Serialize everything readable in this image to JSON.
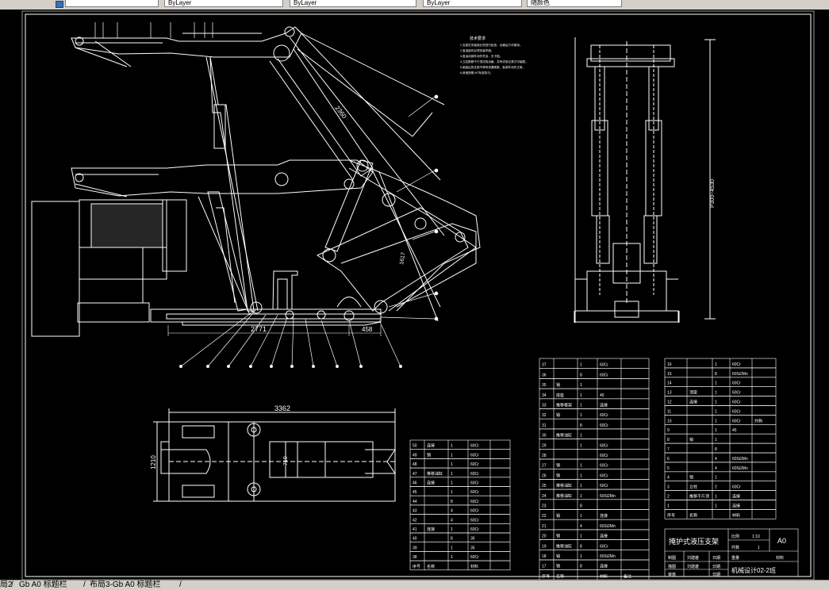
{
  "toolbar": {
    "combo1": "",
    "combo2": "ByLayer",
    "combo3": "ByLayer",
    "combo4": "ByLayer",
    "combo5": "随颜色"
  },
  "tabs": [
    "局2",
    "Gb A0 标题栏",
    "布局3-Gb A0 标题栏"
  ],
  "drawing": {
    "notes_title": "技术要求",
    "notes": [
      "1.支架在安装前必须进行检查，合格后方可使用。",
      "2.各连接件必须安装牢固。",
      "3.各运动部件动作灵活，无卡阻。",
      "4.立柱推移千斤顶试验合格，并有试验记录方可装配。",
      "5.组装后的支架不得有渗漏现象，各部件动作正常。",
      "6.其他按照 MT标准执行。"
    ],
    "dim_main_length": "2771",
    "dim_short": "458",
    "dim_diag": "2360",
    "dim_side": "1617",
    "dim_vertical": "P300~4530",
    "dim_plan_length": "3362",
    "dim_plan_width": "1210",
    "dim_plan_inner": "710"
  },
  "bom_left": {
    "rows": [
      {
        "no": "50",
        "name": "连接",
        "qty": "1",
        "mat": "60Cr"
      },
      {
        "no": "49",
        "name": "销",
        "qty": "1",
        "mat": "60Cr"
      },
      {
        "no": "48",
        "name": "",
        "qty": "1",
        "mat": "60Cr"
      },
      {
        "no": "47",
        "name": "推移油缸",
        "qty": "1",
        "mat": "60Cr"
      },
      {
        "no": "46",
        "name": "连接",
        "qty": "1",
        "mat": "60Cr"
      },
      {
        "no": "45",
        "name": "",
        "qty": "1",
        "mat": "60Cr"
      },
      {
        "no": "44",
        "name": "",
        "qty": "8",
        "mat": "60Cr"
      },
      {
        "no": "43",
        "name": "",
        "qty": "4",
        "mat": "60Cr"
      },
      {
        "no": "42",
        "name": "",
        "qty": "4",
        "mat": "60Cr"
      },
      {
        "no": "41",
        "name": "连接",
        "qty": "1",
        "mat": "60Cr"
      },
      {
        "no": "40",
        "name": "",
        "qty": "8",
        "mat": "35"
      },
      {
        "no": "39",
        "name": "",
        "qty": "1",
        "mat": "35"
      },
      {
        "no": "38",
        "name": "",
        "qty": "1",
        "mat": "60Cr"
      }
    ],
    "header": {
      "no": "序号",
      "name": "名称",
      "qty": "",
      "mat": "材料"
    }
  },
  "bom_mid": {
    "rows": [
      {
        "no": "37",
        "name": "",
        "qty": "1",
        "mat": "60Cr"
      },
      {
        "no": "36",
        "name": "",
        "qty": "8",
        "mat": "60Cr"
      },
      {
        "no": "35",
        "name": "销",
        "qty": "1",
        "mat": ""
      },
      {
        "no": "34",
        "name": "底座",
        "qty": "1",
        "mat": "45"
      },
      {
        "no": "33",
        "name": "推移框架",
        "qty": "1",
        "mat": "连接"
      },
      {
        "no": "32",
        "name": "销",
        "qty": "1",
        "mat": "60Cr"
      },
      {
        "no": "31",
        "name": "",
        "qty": "8",
        "mat": "60Cr"
      },
      {
        "no": "30",
        "name": "推移油缸",
        "qty": "1",
        "mat": ""
      },
      {
        "no": "29",
        "name": "",
        "qty": "1",
        "mat": "60Cr"
      },
      {
        "no": "28",
        "name": "",
        "qty": "",
        "mat": "60Cr"
      },
      {
        "no": "27",
        "name": "销",
        "qty": "1",
        "mat": "60Cr"
      },
      {
        "no": "26",
        "name": "销",
        "qty": "1",
        "mat": "60Cr"
      },
      {
        "no": "25",
        "name": "推移油缸",
        "qty": "1",
        "mat": "60Cr"
      },
      {
        "no": "24",
        "name": "推移油缸",
        "qty": "1",
        "mat": "60Si2Mn"
      },
      {
        "no": "23",
        "name": "",
        "qty": "8",
        "mat": ""
      },
      {
        "no": "22",
        "name": "销",
        "qty": "1",
        "mat": "连接"
      },
      {
        "no": "21",
        "name": "",
        "qty": "4",
        "mat": "60Si2Mn"
      },
      {
        "no": "20",
        "name": "销",
        "qty": "1",
        "mat": "连接"
      },
      {
        "no": "19",
        "name": "推移油缸",
        "qty": "8",
        "mat": "60Cr"
      },
      {
        "no": "18",
        "name": "销",
        "qty": "1",
        "mat": "60Si2Mn"
      },
      {
        "no": "17",
        "name": "销",
        "qty": "8",
        "mat": "连接"
      }
    ],
    "header": {
      "no": "序号",
      "name": "名称",
      "qty": "",
      "mat": "材料",
      "note": "备注"
    }
  },
  "bom_right": {
    "rows": [
      {
        "no": "16",
        "name": "",
        "qty": "1",
        "mat": "60Cr"
      },
      {
        "no": "15",
        "name": "",
        "qty": "8",
        "mat": "60Si2Mn"
      },
      {
        "no": "14",
        "name": "",
        "qty": "1",
        "mat": "60Cr"
      },
      {
        "no": "13",
        "name": "顶梁",
        "qty": "1",
        "mat": "60Cr"
      },
      {
        "no": "12",
        "name": "连接",
        "qty": "1",
        "mat": "60Cr"
      },
      {
        "no": "11",
        "name": "",
        "qty": "1",
        "mat": "60Cr"
      },
      {
        "no": "10",
        "name": "",
        "qty": "1",
        "mat": "60Cr",
        "note": "外购"
      },
      {
        "no": "9",
        "name": "",
        "qty": "1",
        "mat": "45"
      },
      {
        "no": "8",
        "name": "销",
        "qty": "1",
        "mat": ""
      },
      {
        "no": "7",
        "name": "",
        "qty": "8",
        "mat": ""
      },
      {
        "no": "6",
        "name": "",
        "qty": "4",
        "mat": "60Si2Mn"
      },
      {
        "no": "5",
        "name": "",
        "qty": "4",
        "mat": "60Si2Mn"
      },
      {
        "no": "4",
        "name": "销",
        "qty": "1",
        "mat": ""
      },
      {
        "no": "3",
        "name": "立柱",
        "qty": "2",
        "mat": "60Cr"
      },
      {
        "no": "2",
        "name": "推移千斤顶",
        "qty": "1",
        "mat": "连接"
      },
      {
        "no": "1",
        "name": "",
        "qty": "1",
        "mat": "连接"
      }
    ],
    "header": {
      "no": "序号",
      "name": "名称",
      "qty": "",
      "mat": "材料"
    }
  },
  "title_block": {
    "title": "掩护式液压支架",
    "scale_label": "比例",
    "scale": "1:10",
    "qty_label": "件数",
    "qty": "1",
    "size": "A0",
    "drawn_label": "制图",
    "drawn_by": "刘建雄",
    "date_label": "日期",
    "weight_label": "重量",
    "material_label": "材料",
    "check_label": "描图",
    "review_label": "审核",
    "school": "机械设计02-2班"
  }
}
